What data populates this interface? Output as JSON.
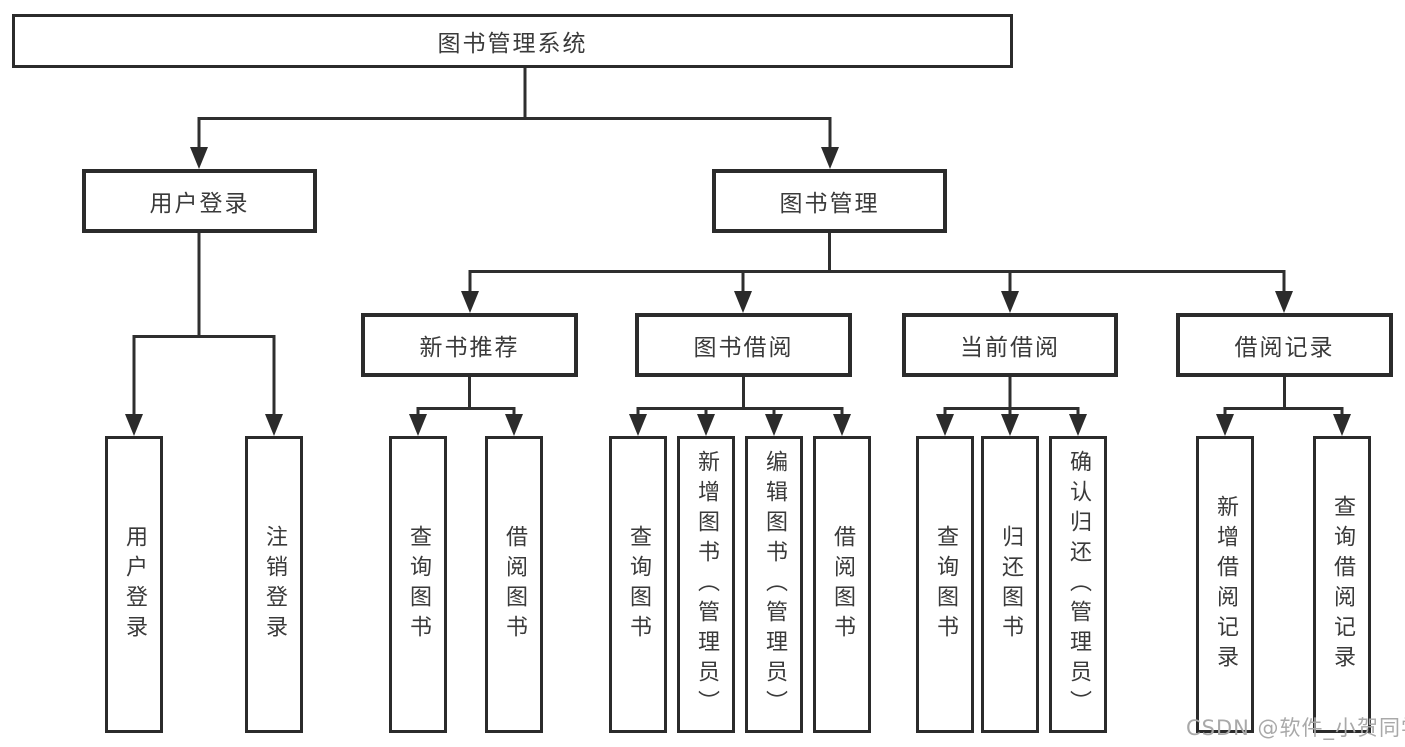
{
  "watermark": {
    "text": "CSDN @软件_小贺同学"
  },
  "colors": {
    "background": "#ffffff",
    "box_border": "#2b2b2b",
    "connector_line": "#2f2f2f",
    "text": "#3a3a3a",
    "watermark": "#a9a9a9"
  },
  "tree": {
    "label": "图书管理系统",
    "children": [
      {
        "label": "用户登录",
        "children": [
          {
            "label": "用户登录"
          },
          {
            "label": "注销登录"
          }
        ]
      },
      {
        "label": "图书管理",
        "children": [
          {
            "label": "新书推荐",
            "children": [
              {
                "label": "查询图书"
              },
              {
                "label": "借阅图书"
              }
            ]
          },
          {
            "label": "图书借阅",
            "children": [
              {
                "label": "查询图书"
              },
              {
                "label": "新增图书（管理员）"
              },
              {
                "label": "编辑图书（管理员）"
              },
              {
                "label": "借阅图书"
              }
            ]
          },
          {
            "label": "当前借阅",
            "children": [
              {
                "label": "查询图书"
              },
              {
                "label": "归还图书"
              },
              {
                "label": "确认归还（管理员）"
              }
            ]
          },
          {
            "label": "借阅记录",
            "children": [
              {
                "label": "新增借阅记录"
              },
              {
                "label": "查询借阅记录"
              }
            ]
          }
        ]
      }
    ]
  }
}
